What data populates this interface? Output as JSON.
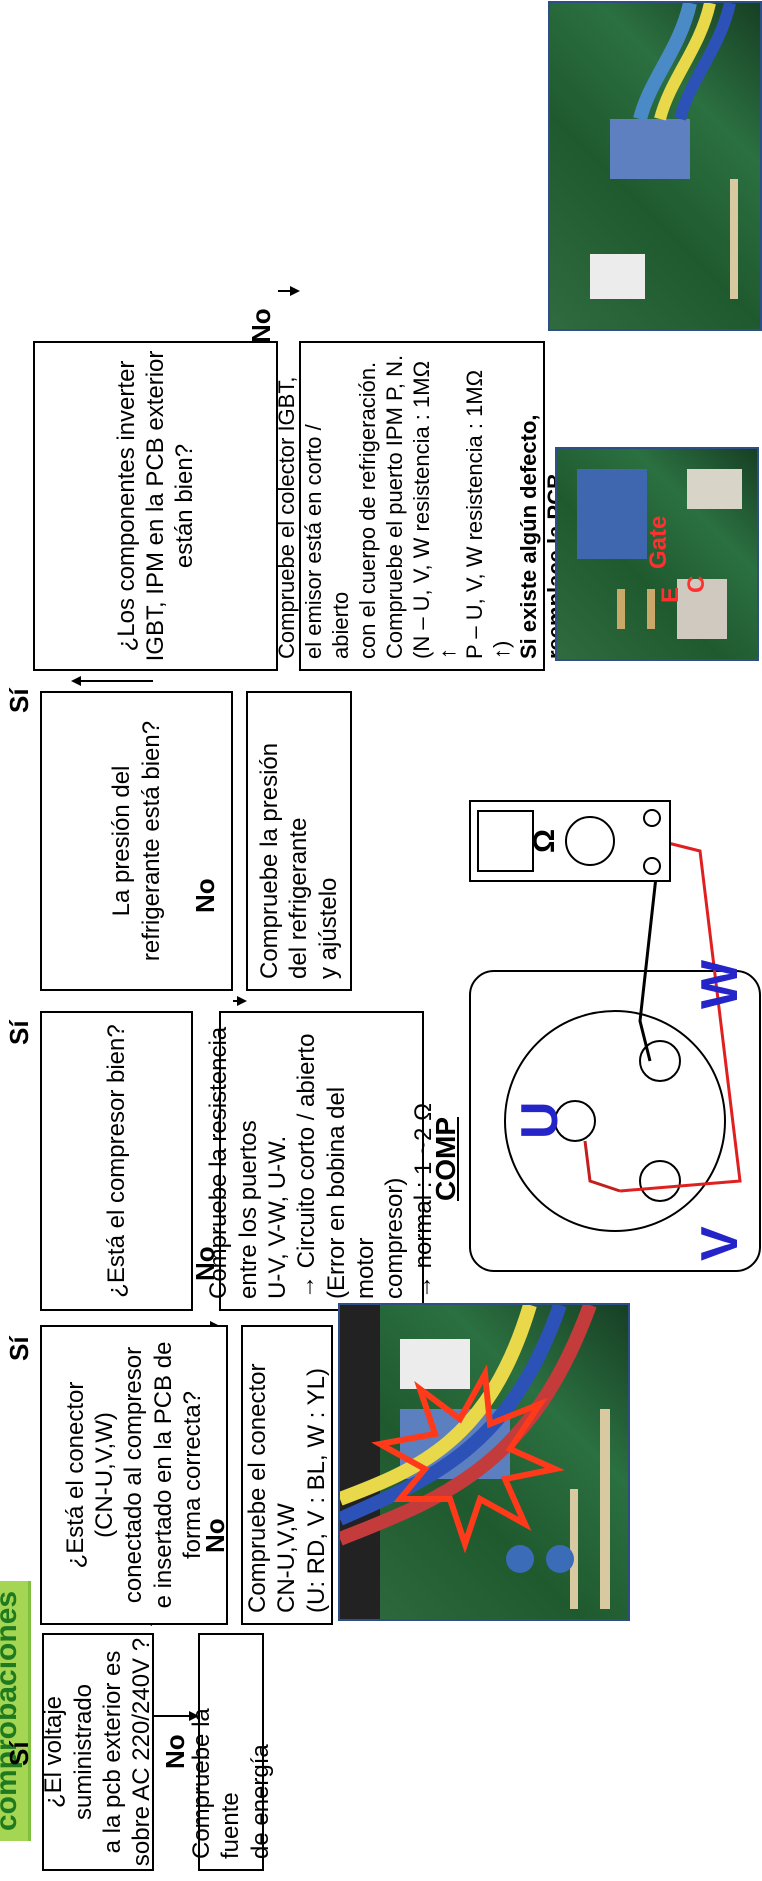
{
  "section_tag": "comprobaciones",
  "flow": {
    "q1": {
      "lines": [
        "¿El voltaje suministrado",
        "a la pcb exterior es",
        "sobre AC 220/240V ?"
      ]
    },
    "r1": {
      "lines": [
        "Compruebe la fuente",
        "de energía"
      ]
    },
    "q2": {
      "lines": [
        "¿Está el conector",
        "(CN-U,V,W)",
        "conectado al compresor",
        "e insertado en la PCB de",
        "forma correcta?"
      ]
    },
    "r2": {
      "lines": [
        "Compruebe el conector",
        "CN-U,V,W",
        "(U: RD, V : BL, W : YL)"
      ]
    },
    "q3": {
      "lines": [
        "¿Está el compresor bien?"
      ]
    },
    "r3": {
      "lines": [
        "Compruebe la resistencia",
        "entre los puertos",
        "U-V, V-W, U-W.",
        "→ Circuito corto / abierto",
        "(Error en bobina del motor",
        "compresor)",
        "→ normal : 1 ~2 Ω"
      ]
    },
    "q4": {
      "lines": [
        "La presión del",
        "refrigerante está bien?"
      ]
    },
    "r4": {
      "lines": [
        "Compruebe la presión",
        "del refrigerante",
        "y ajústelo"
      ]
    },
    "q5": {
      "lines": [
        "¿Los componentes inverter",
        "IGBT, IPM en la PCB exterior",
        "están bien?"
      ]
    },
    "r5": {
      "lines": [
        "Compruebe el colector IGBT,",
        "el emisor está en corto / abierto",
        "con el cuerpo de refrigeración.",
        "Compruebe el puerto IPM P, N.",
        "(N – U, V, W resistencia : 1MΩ ↑",
        " P – U, V, W resistencia : 1MΩ ↑)"
      ],
      "bold_lines": [
        "Si existe algún defecto,",
        "reemplace la PCB"
      ]
    }
  },
  "labels": {
    "yes": "Sí",
    "no": "No"
  },
  "compressor": {
    "title": "COMP",
    "ports": [
      "U",
      "V",
      "W"
    ],
    "meter_symbol": "Ω"
  },
  "photo_labels": {
    "gate": "Gate",
    "e": "E",
    "c": "C"
  },
  "colors": {
    "tag_bg": "#a4d653",
    "tag_text": "#1f7a1f",
    "port_text": "#2424c8",
    "wire_red": "#e02020",
    "starburst": "#ff3a1a"
  }
}
